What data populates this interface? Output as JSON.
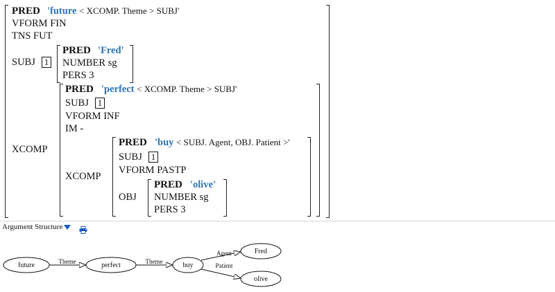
{
  "fstructure": {
    "pred_label": "PRED",
    "pred_value": "'future",
    "pred_args": "< XCOMP. Theme > SUBJ'",
    "vform": "VFORM   FIN",
    "tns": "TNS   FUT",
    "subj_label": "SUBJ",
    "subj_index": "1",
    "subj": {
      "pred_label": "PRED",
      "pred_value": "'Fred'",
      "number": "NUMBER   sg",
      "pers": "PERS   3"
    },
    "xcomp_label": "XCOMP",
    "xcomp": {
      "pred_label": "PRED",
      "pred_value": "'perfect",
      "pred_args": "< XCOMP. Theme > SUBJ'",
      "subj_label": "SUBJ",
      "subj_index": "1",
      "vform": "VFORM   INF",
      "im": "IM   -",
      "xcomp_label": "XCOMP",
      "xcomp": {
        "pred_label": "PRED",
        "pred_value": "'buy",
        "pred_args": "< SUBJ. Agent, OBJ. Patient >'",
        "subj_label": "SUBJ",
        "subj_index": "1",
        "vform": "VFORM   PASTP",
        "obj_label": "OBJ",
        "obj": {
          "pred_label": "PRED",
          "pred_value": "'olive'",
          "number": "NUMBER   sg",
          "pers": "PERS   3"
        }
      }
    }
  },
  "argument_structure": {
    "label": "Argument Structure",
    "toggle_icon": "triangle-down-icon",
    "print_icon": "printer-icon",
    "accent_color": "#1a55c4",
    "nodes": [
      "future",
      "perfect",
      "buy",
      "Fred",
      "olive"
    ],
    "edges": [
      {
        "from": "future",
        "to": "perfect",
        "label": "Theme"
      },
      {
        "from": "perfect",
        "to": "buy",
        "label": "Theme"
      },
      {
        "from": "buy",
        "to": "Fred",
        "label": "Agent"
      },
      {
        "from": "buy",
        "to": "olive",
        "label": "Patient"
      }
    ]
  }
}
